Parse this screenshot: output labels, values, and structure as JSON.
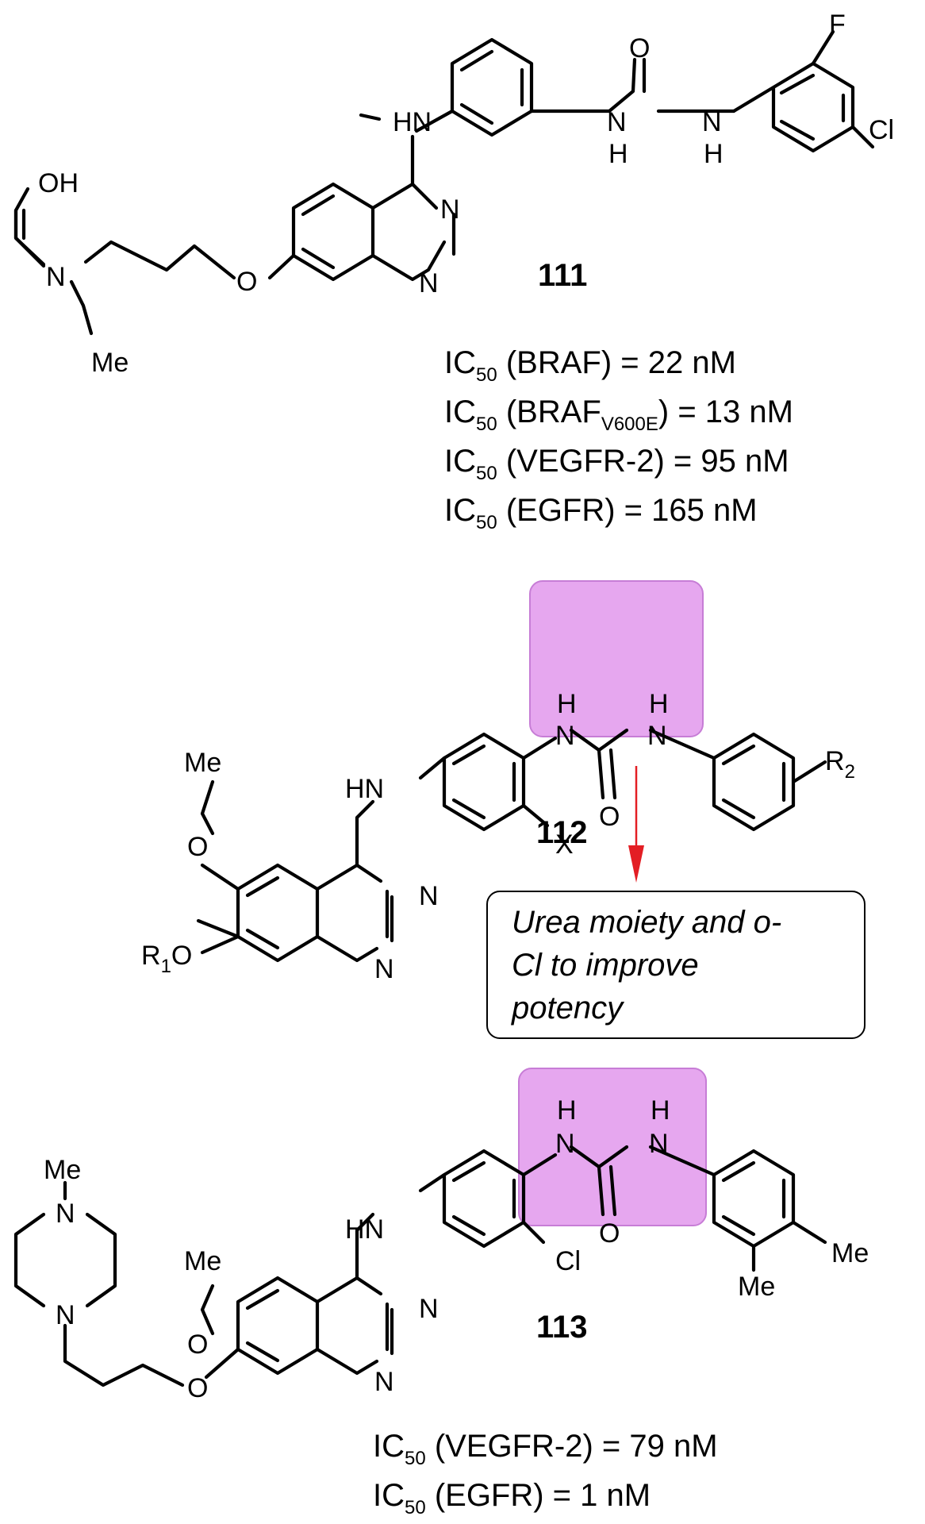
{
  "colors": {
    "highlight": "#e6a7ef",
    "highlight_stroke": "#c77dd6",
    "arrow": "#e31e24",
    "ink": "#000000"
  },
  "compound_111": {
    "label": "111",
    "atoms": {
      "oh": "OH",
      "n_amine": "N",
      "me": "Me",
      "o_ether": "O",
      "n3": "N",
      "n1": "N",
      "hn": "HN",
      "nh1_n": "N",
      "nh1_h": "H",
      "carbonyl_o": "O",
      "nh2_n": "N",
      "nh2_h": "H",
      "f": "F",
      "cl": "Cl"
    },
    "activities": [
      {
        "prefix": "IC",
        "sub": "50",
        "target_before": " (BRAF",
        "target_sub": "",
        "rest": ") = 22 nM"
      },
      {
        "prefix": "IC",
        "sub": "50",
        "target_before": " (BRAF",
        "target_sub": "V600E",
        "rest": ") = 13 nM"
      },
      {
        "prefix": "IC",
        "sub": "50",
        "target_before": " (VEGFR-2",
        "target_sub": "",
        "rest": ") = 95 nM"
      },
      {
        "prefix": "IC",
        "sub": "50",
        "target_before": " (EGFR",
        "target_sub": "",
        "rest": ") = 165 nM"
      }
    ]
  },
  "compound_112": {
    "label": "112",
    "atoms": {
      "me": "Me",
      "o_methoxy": "O",
      "r1": "R",
      "r1_sub": "1",
      "o_r1": "O",
      "n3": "N",
      "n1": "N",
      "hn": "HN",
      "x": "X",
      "nh1_h": "H",
      "nh1_n": "N",
      "carbonyl_o": "O",
      "nh2_h": "H",
      "nh2_n": "N",
      "r2": "R",
      "r2_sub": "2"
    },
    "note_lines": [
      "Urea moiety and o-",
      "Cl to improve",
      "potency"
    ]
  },
  "compound_113": {
    "label": "113",
    "atoms": {
      "me_pip": "Me",
      "n_pip_top": "N",
      "n_pip_bottom": "N",
      "o_ether": "O",
      "me_methoxy": "Me",
      "o_methoxy": "O",
      "n3": "N",
      "n1": "N",
      "hn": "HN",
      "cl": "Cl",
      "nh1_h": "H",
      "nh1_n": "N",
      "carbonyl_o": "O",
      "nh2_h": "H",
      "nh2_n": "N",
      "me_para": "Me",
      "me_meta": "Me"
    },
    "activities": [
      {
        "prefix": "IC",
        "sub": "50",
        "target_before": " (VEGFR-2",
        "target_sub": "",
        "rest": ") = 79 nM"
      },
      {
        "prefix": "IC",
        "sub": "50",
        "target_before": " (EGFR",
        "target_sub": "",
        "rest": ") = 1 nM"
      }
    ]
  }
}
